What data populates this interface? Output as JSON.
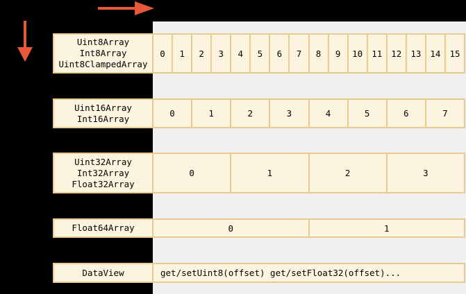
{
  "colors": {
    "background": "#000000",
    "buffer_track": "#f0f0f0",
    "cell_fill": "#fdf4e0",
    "cell_border": "#e8c98e",
    "arrow_accent": "#e8593b",
    "text": "#000000"
  },
  "icons": {
    "right_arrow": "byte-offset-direction-right",
    "down_arrow": "view-list-direction-down"
  },
  "rows": [
    {
      "labels": [
        "Uint8Array",
        "Int8Array",
        "Uint8ClampedArray"
      ],
      "cells": [
        "0",
        "1",
        "2",
        "3",
        "4",
        "5",
        "6",
        "7",
        "8",
        "9",
        "10",
        "11",
        "12",
        "13",
        "14",
        "15"
      ],
      "cell_align": "center"
    },
    {
      "labels": [
        "Uint16Array",
        "Int16Array"
      ],
      "cells": [
        "0",
        "1",
        "2",
        "3",
        "4",
        "5",
        "6",
        "7"
      ],
      "cell_align": "center"
    },
    {
      "labels": [
        "Uint32Array",
        "Int32Array",
        "Float32Array"
      ],
      "cells": [
        "0",
        "1",
        "2",
        "3"
      ],
      "cell_align": "center"
    },
    {
      "labels": [
        "Float64Array"
      ],
      "cells": [
        "0",
        "1"
      ],
      "cell_align": "center"
    },
    {
      "labels": [
        "DataView"
      ],
      "cells": [
        "get/setUint8(offset) get/setFloat32(offset)..."
      ],
      "cell_align": "left"
    }
  ]
}
